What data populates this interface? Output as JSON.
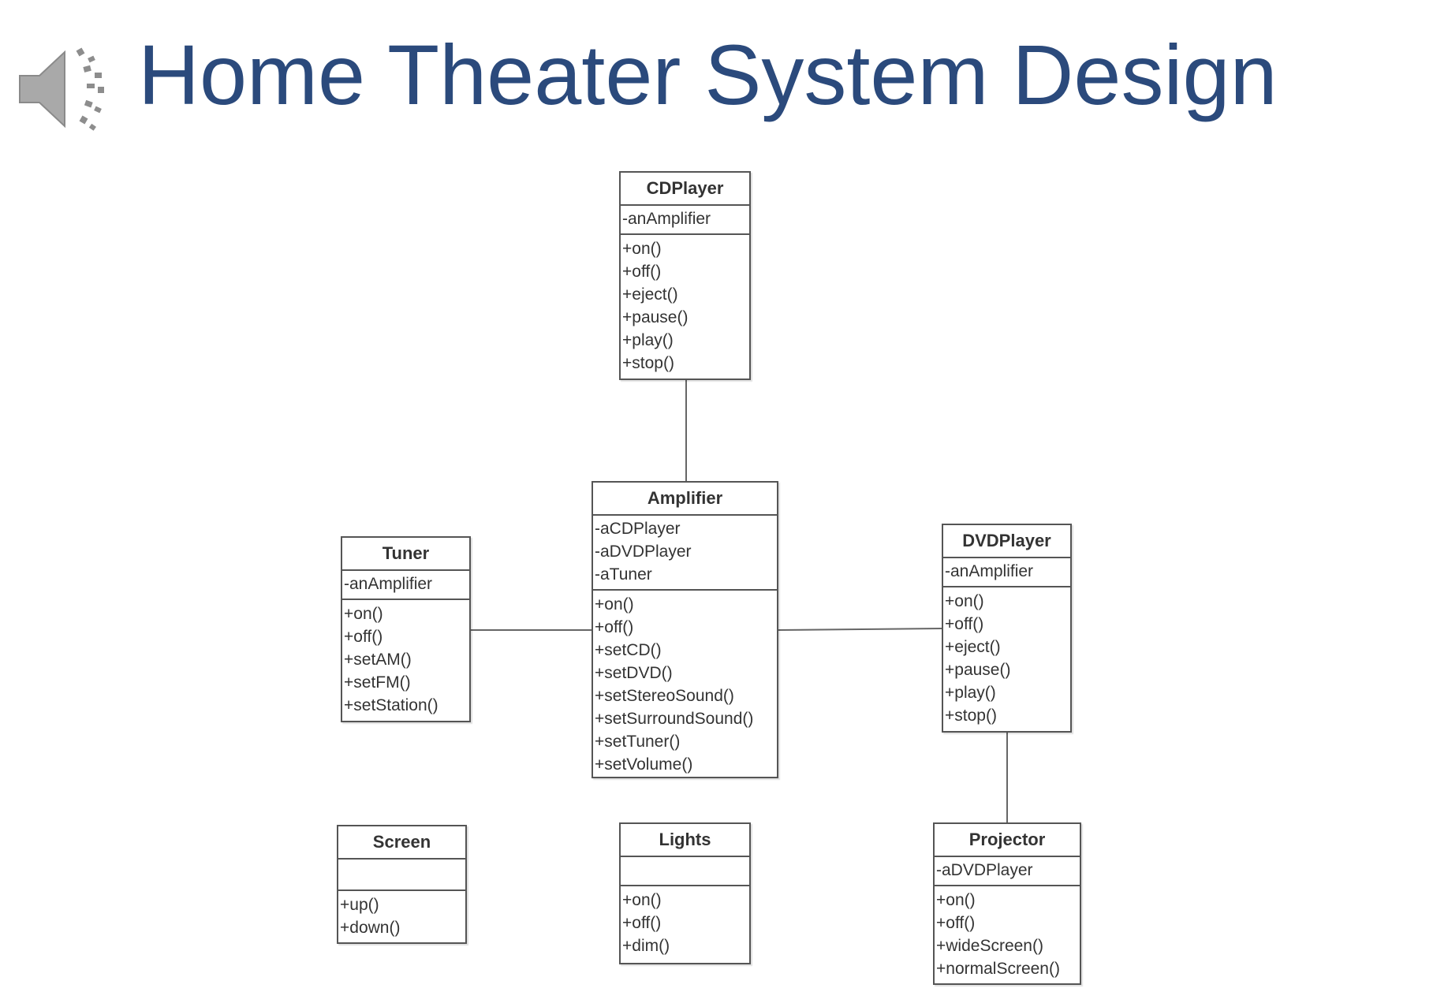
{
  "title": "Home Theater System Design",
  "icons": {
    "speaker": "speaker-icon"
  },
  "colors": {
    "title": "#2b4a7c",
    "border": "#555555",
    "text": "#333333"
  },
  "classes": {
    "cdplayer": {
      "name": "CDPlayer",
      "attributes": [
        "-anAmplifier"
      ],
      "operations": [
        "+on()",
        "+off()",
        "+eject()",
        "+pause()",
        "+play()",
        "+stop()"
      ]
    },
    "amplifier": {
      "name": "Amplifier",
      "attributes": [
        "-aCDPlayer",
        "-aDVDPlayer",
        "-aTuner"
      ],
      "operations": [
        "+on()",
        "+off()",
        "+setCD()",
        "+setDVD()",
        "+setStereoSound()",
        "+setSurroundSound()",
        "+setTuner()",
        "+setVolume()"
      ]
    },
    "tuner": {
      "name": "Tuner",
      "attributes": [
        "-anAmplifier"
      ],
      "operations": [
        "+on()",
        "+off()",
        "+setAM()",
        "+setFM()",
        "+setStation()"
      ]
    },
    "dvdplayer": {
      "name": "DVDPlayer",
      "attributes": [
        "-anAmplifier"
      ],
      "operations": [
        "+on()",
        "+off()",
        "+eject()",
        "+pause()",
        "+play()",
        "+stop()"
      ]
    },
    "screen": {
      "name": "Screen",
      "attributes": [],
      "operations": [
        "+up()",
        "+down()"
      ]
    },
    "lights": {
      "name": "Lights",
      "attributes": [],
      "operations": [
        "+on()",
        "+off()",
        "+dim()"
      ]
    },
    "projector": {
      "name": "Projector",
      "attributes": [
        "-aDVDPlayer"
      ],
      "operations": [
        "+on()",
        "+off()",
        "+wideScreen()",
        "+normalScreen()"
      ]
    }
  }
}
